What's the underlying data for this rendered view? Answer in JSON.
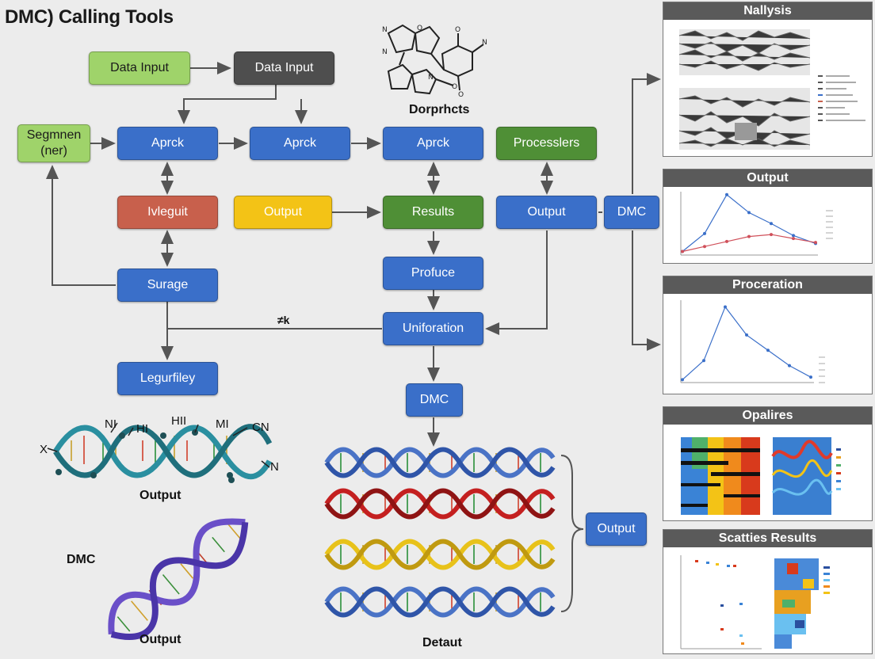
{
  "title": "DMC) Calling Tools",
  "boxes": {
    "data_input_1": "Data Input",
    "data_input_2": "Data Input",
    "segmen": "Segmnen\n(ner)",
    "aprck_1": "Aprck",
    "aprck_2": "Aprck",
    "aprck_3": "Aprck",
    "processlers": "Processlers",
    "ivleguit": "Ivleguit",
    "output_yellow": "Output",
    "results": "Results",
    "output_blue": "Output",
    "dmc_right": "DMC",
    "surage": "Surage",
    "profuce": "Profuce",
    "uniforation": "Uniforation",
    "legurfiley": "Legurfiley",
    "dmc_mid": "DMC",
    "output_bottom": "Output"
  },
  "labels": {
    "molecule": "Dorprhcts",
    "edge_label": "≠k",
    "helix_output_1": "Output",
    "helix_dmc": "DMC",
    "helix_output_2": "Output",
    "detaut": "Detaut",
    "helix_tags": [
      "NI",
      "HI",
      "HII",
      "MI",
      "CN",
      "X",
      "N"
    ]
  },
  "panels": {
    "p1": "Nallysis",
    "p2": "Output",
    "p3": "Proceration",
    "p4": "Opalires",
    "p5": "Scatties Results"
  },
  "colors": {
    "blue": "#3a6fc9",
    "green": "#4f8f36",
    "light_green": "#9fd36a",
    "gray": "#4e4e4e",
    "red": "#c8604c",
    "yellow": "#f3c316"
  },
  "chart_data": [
    {
      "type": "line",
      "title": "Output",
      "x": [
        1,
        2,
        3,
        4,
        5,
        6,
        7
      ],
      "series": [
        {
          "values": [
            10,
            100,
            295,
            205,
            150,
            90,
            50
          ]
        },
        {
          "values": [
            10,
            35,
            60,
            85,
            95,
            75,
            55
          ]
        }
      ]
    },
    {
      "type": "line",
      "title": "Proceration",
      "x": [
        1,
        2,
        3,
        4,
        5,
        6,
        7
      ],
      "series": [
        {
          "values": [
            5,
            80,
            290,
            180,
            120,
            60,
            15
          ]
        }
      ]
    }
  ]
}
